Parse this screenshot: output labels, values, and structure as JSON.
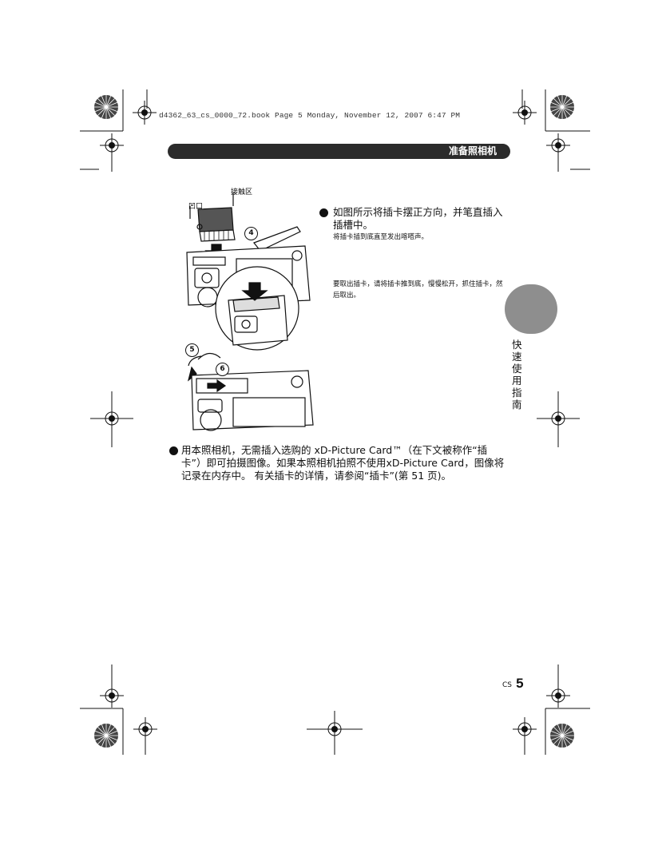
{
  "slug": "d4362_63_cs_0000_72.book  Page 5  Monday, November 12, 2007  6:47 PM",
  "header": {
    "title": "准备照相机"
  },
  "side_tab": {
    "label": "快速使用指南"
  },
  "illustration": {
    "label_contact": "接触区",
    "label_notch": "凹口",
    "callouts": [
      "4",
      "5",
      "6"
    ]
  },
  "bullet1": {
    "text": "如图所示将插卡摆正方向，并笔直插入插槽中。",
    "note": "将插卡插到底直至发出喀嗒声。",
    "note2": "要取出插卡，请将插卡推到底，慢慢松开，抓住插卡，然后取出。"
  },
  "bullet2": {
    "text": "用本照相机，无需插入选购的 xD-Picture Card™（在下文被称作“插卡”）即可拍摄图像。如果本照相机拍照不使用xD-Picture Card，图像将记录在内存中。 有关插卡的详情，请参阅“插卡”(第 51 页)。"
  },
  "page": {
    "prefix": "CS",
    "number": "5"
  },
  "colors": {
    "header_bar": "#2b2b2b",
    "tab": "#8e8e8e"
  }
}
